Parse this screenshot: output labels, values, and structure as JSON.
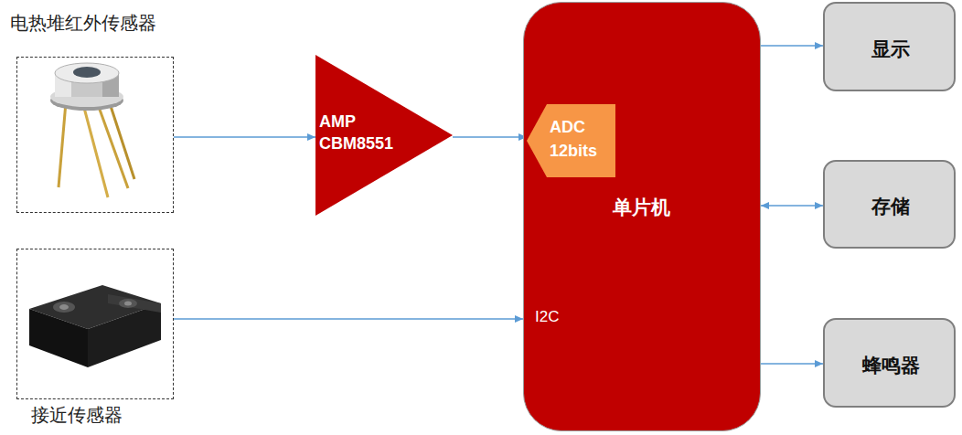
{
  "diagram": {
    "nodes": [
      {
        "text": [
          "电热堆红外传感器"
        ]
      },
      {
        "text": [
          "AMP CBM8551"
        ]
      },
      {
        "text": [
          "单片机"
        ]
      },
      {
        "text": [
          "ADC 12bits"
        ],
        "in": 2
      },
      {
        "text": [
          "显示"
        ]
      },
      {
        "text": [
          "存储"
        ]
      },
      {
        "text": [
          "接近传感器"
        ]
      },
      {
        "text": [
          "蜂鸣器"
        ]
      }
    ],
    "edges": [
      {
        "from": 0,
        "to": 1,
        "arrow": "to"
      },
      {
        "from": 1,
        "to": 3,
        "arrow": "to"
      },
      {
        "from": 6,
        "to": 2,
        "arrow": "to"
      },
      {
        "from": 2,
        "to": 4,
        "arrow": "to"
      },
      {
        "from": 2,
        "to": 5,
        "arrow": "both"
      },
      {
        "from": 2,
        "to": 7,
        "arrow": "to"
      }
    ],
    "labels": [
      "I2C"
    ]
  }
}
